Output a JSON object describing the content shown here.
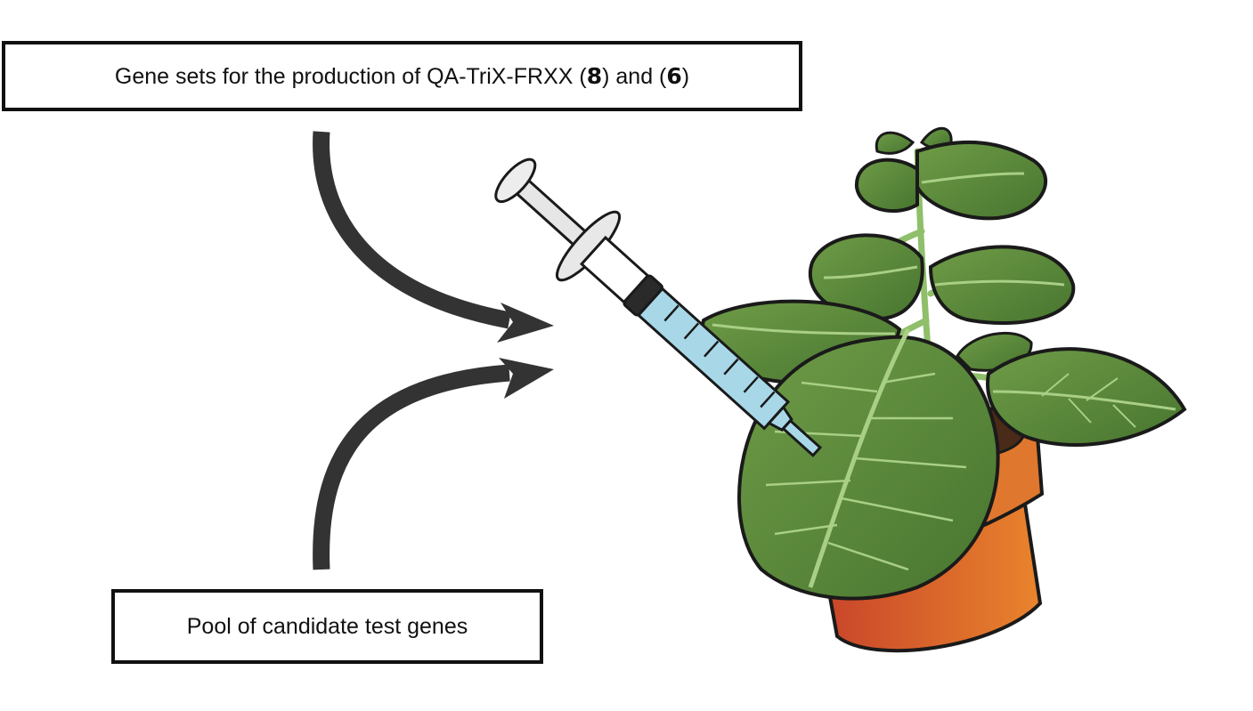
{
  "top_label": {
    "text_before": "Gene sets for the production of QA-TriX-FRXX (",
    "ref_a": "8",
    "text_middle": ") and (",
    "ref_b": "6",
    "text_after": ")"
  },
  "bottom_label": {
    "text": "Pool of candidate test genes"
  },
  "colors": {
    "arrow": "#333333",
    "leaf_fill": "#5b8a3c",
    "leaf_vein": "#a9cf86",
    "pot_fill": "#d9632b",
    "syringe_liquid": "#a8d8e8",
    "outline": "#1a1a1a"
  },
  "icons": [
    "curved-arrow-down-right",
    "curved-arrow-up-right",
    "syringe-icon",
    "potted-plant-icon"
  ]
}
